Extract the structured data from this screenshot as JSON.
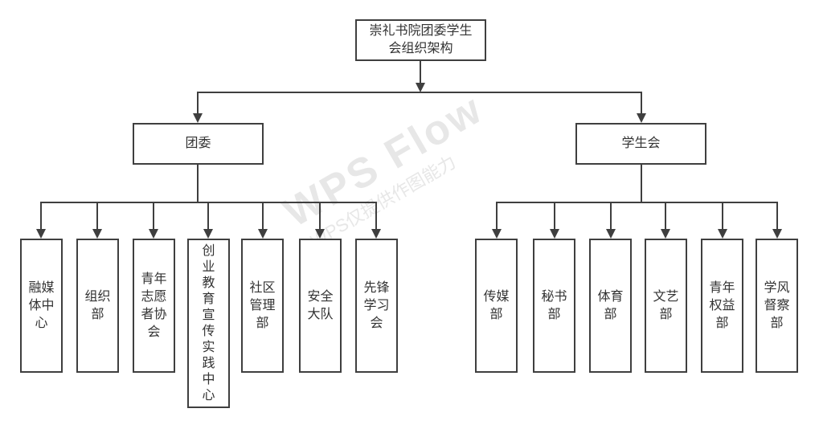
{
  "diagram": {
    "root": {
      "label": "崇礼书院团委学生\n会组织架构"
    },
    "branches": [
      {
        "label": "团委",
        "children": [
          {
            "label": "融媒\n体中\n心"
          },
          {
            "label": "组织\n部"
          },
          {
            "label": "青年\n志愿\n者协\n会"
          },
          {
            "label": "创\n业\n教\n育\n宣\n传\n实\n践\n中\n心"
          },
          {
            "label": "社区\n管理\n部"
          },
          {
            "label": "安全\n大队"
          },
          {
            "label": "先锋\n学习\n会"
          }
        ]
      },
      {
        "label": "学生会",
        "children": [
          {
            "label": "传媒\n部"
          },
          {
            "label": "秘书\n部"
          },
          {
            "label": "体育\n部"
          },
          {
            "label": "文艺\n部"
          },
          {
            "label": "青年\n权益\n部"
          },
          {
            "label": "学风\n督察\n部"
          }
        ]
      }
    ]
  },
  "watermark": {
    "title": "WPS Flow",
    "subtitle": "WPS仅提供作图能力"
  },
  "colors": {
    "line": "#3f3f3f",
    "text": "#333333",
    "box_background": "#ffffff",
    "watermark": "#e7e7e7",
    "page_background": "#ffffff"
  }
}
